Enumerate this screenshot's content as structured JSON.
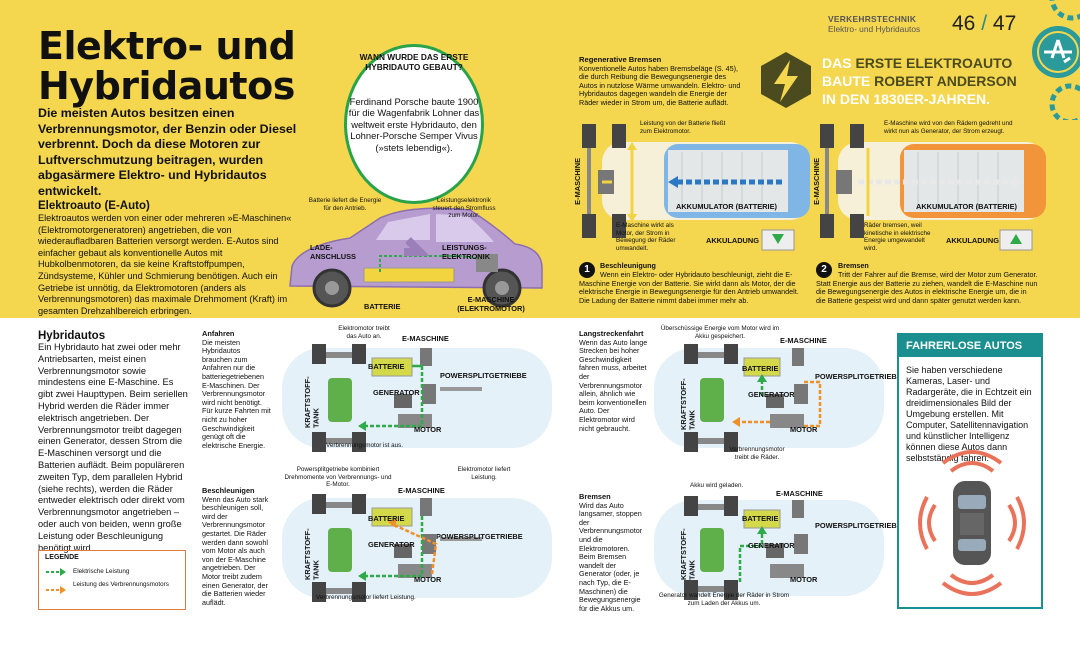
{
  "header": {
    "section": "VERKEHRSTECHNIK",
    "subsection": "Elektro- und Hybridautos",
    "page_left": "46",
    "page_sep": "/",
    "page_right": "47"
  },
  "title": {
    "line1": "Elektro- und",
    "line2": "Hybridautos"
  },
  "intro": "Die meisten Autos besitzen einen Verbrennungsmotor, der Benzin oder Diesel verbrennt. Doch da diese Motoren zur Luftverschmutzung beitragen, wurden abgasärmere Elektro- und Hybridautos entwickelt.",
  "eauto": {
    "heading": "Elektroauto (E-Auto)",
    "text": "Elektroautos werden von einer oder mehreren »E-Maschinen« (Elektromotorgeneratoren) angetrieben, die von wiederaufladbaren Batterien versorgt werden. E-Autos sind einfacher gebaut als konventionelle Autos mit Hubkolbenmotoren, da sie keine Kraftstoffpumpen, Zündsysteme, Kühler und Schmierung benötigen. Auch ein Getriebe ist unnötig, da Elektromotoren (anders als Verbrennungsmotoren) das maximale Drehmoment (Kraft) im gesamten Drehzahlbereich erbringen."
  },
  "question": {
    "q": "WANN WURDE DAS ERSTE HYBRIDAUTO GEBAUT?",
    "a": "Ferdinand Porsche baute 1900 für die Wagenfabrik Lohner das weltweit erste Hybridauto, den Lohner-Porsche Semper Vivus (»stets lebendig«)."
  },
  "ecar_diagram": {
    "note_battery": "Batterie liefert die Energie für den Antrieb.",
    "note_electronics": "Leistungselektronik steuert den Stromfluss zum Motor.",
    "ladeanschluss": "LADE-ANSCHLUSS",
    "leistungselektronik": "LEISTUNGS-ELEKTRONIK",
    "batterie": "BATTERIE",
    "emaschine": "E-MASCHINE (ELEKTROMOTOR)"
  },
  "regen": {
    "heading": "Regenerative Bremsen",
    "text": "Konventionelle Autos haben Bremsbeläge (S. 45), die durch Reibung die Bewegungsenergie des Autos in nutzlose Wärme umwandeln. Elektro- und Hybridautos dagegen wandeln die Energie der Räder wieder in Strom um, die Batterie auflädt."
  },
  "fact": {
    "part1": "DAS ",
    "part2": "ERSTE ELEKTROAUTO",
    "part3": " BAUTE ",
    "part4": "ROBERT ANDERSON",
    "part5": " IN DEN 1830ER-JAHREN."
  },
  "regen_diagrams": {
    "left_note_top": "Leistung von der Batterie fließt zum Elektromotor.",
    "left_note_bottom": "E-Maschine wirkt als Motor, der Strom in Bewegung der Räder umwandelt.",
    "right_note_top": "E-Maschine wird von den Rädern gedreht und wirkt nun als Generator, der Strom erzeugt.",
    "right_note_bottom": "Räder bremsen, weil kinetische in elektrische Energie umgewandelt wird.",
    "emaschine": "E-MASCHINE",
    "akku": "AKKUMULATOR (BATTERIE)",
    "akkuladung": "AKKULADUNG"
  },
  "steps": [
    {
      "num": "1",
      "title": "Beschleunigung",
      "text": "Wenn ein Elektro- oder Hybridauto beschleunigt, zieht die E-Maschine Energie von der Batterie. Sie wirkt dann als Motor, der die elektrische Energie in Bewegungsenergie für den Antrieb umwandelt. Die Ladung der Batterie nimmt dabei immer mehr ab."
    },
    {
      "num": "2",
      "title": "Bremsen",
      "text": "Tritt der Fahrer auf die Bremse, wird der Motor zum Generator. Statt Energie aus der Batterie zu ziehen, wandelt die E-Maschine nun die Bewegungsenergie des Autos in elektrische Energie um, die in die Batterie gespeist wird und dann später genutzt werden kann."
    }
  ],
  "hybrid": {
    "heading": "Hybridautos",
    "text": "Ein Hybridauto hat zwei oder mehr Antriebsarten, meist einen Verbrennungsmotor sowie mindestens eine E-Maschine. Es gibt zwei Haupttypen. Beim seriellen Hybrid werden die Räder immer elektrisch angetrieben. Der Verbrennungsmotor treibt dagegen einen Generator, dessen Strom die E-Maschinen versorgt und die Batterien auflädt. Beim populäreren zweiten Typ, dem parallelen Hybrid (siehe rechts), werden die Räder entweder elektrisch oder direkt vom Verbrennungsmotor angetrieben – oder auch von beiden, wenn große Leistung oder Beschleunigung benötigt wird."
  },
  "legend": {
    "title": "LEGENDE",
    "green": "Elektrische Leistung",
    "orange": "Leistung des Verbrennungsmotors",
    "green_color": "#2eaa4a",
    "orange_color": "#f0902a"
  },
  "modes": [
    {
      "title": "Anfahren",
      "text": "Die meisten Hybridautos brauchen zum Anfahren nur die batteriegetriebenen E-Maschinen. Der Verbrennungsmotor wird nicht benötigt. Für kurze Fahrten mit nicht zu hoher Geschwindigkeit genügt oft die elektrische Energie.",
      "note_top": "Elektromotor treibt das Auto an.",
      "note_bottom": "Verbrennungsmotor ist aus."
    },
    {
      "title": "Beschleunigen",
      "text": "Wenn das Auto stark beschleunigen soll, wird der Verbrennungsmotor gestartet. Die Räder werden dann sowohl vom Motor als auch von der E-Maschine angetrieben. Der Motor treibt zudem einen Generator, der die Batterien wieder auflädt.",
      "note_top": "Powersplitgetriebe kombiniert Drehmomente von Verbrennungs- und E-Motor.",
      "note_top2": "Elektromotor liefert Leistung.",
      "note_bottom": "Verbrennungsmotor liefert Leistung."
    },
    {
      "title": "Langstreckenfahrt",
      "text": "Wenn das Auto lange Strecken bei hoher Geschwindigkeit fahren muss, arbeitet der Verbrennungsmotor allein, ähnlich wie beim konventionellen Auto. Der Elektromotor wird nicht gebraucht.",
      "note_top": "Überschüssige Energie vom Motor wird im Akku gespeichert.",
      "note_bottom": "Verbrennungsmotor treibt die Räder."
    },
    {
      "title": "Bremsen",
      "text": "Wird das Auto langsamer, stoppen der Verbrennungsmotor und die Elektromotoren. Beim Bremsen wandelt der Generator (oder, je nach Typ, die E-Maschinen) die Bewegungsenergie für die Akkus um.",
      "note_top": "Akku wird geladen.",
      "note_bottom": "Generator wandelt Energie der Räder in Strom zum Laden der Akkus um."
    }
  ],
  "hybrid_labels": {
    "emaschine": "E-MASCHINE",
    "batterie": "BATTERIE",
    "getriebe": "POWERSPLITGETRIEBE",
    "generator": "GENERATOR",
    "motor": "MOTOR",
    "tank": "KRAFTSTOFF-TANK"
  },
  "driverless": {
    "heading": "FAHRERLOSE AUTOS",
    "text": "Sie haben verschiedene Kameras, Laser- und Radargeräte, die in Echtzeit ein dreidimensionales Bild der Umgebung erstellen. Mit Computer, Satellitennavigation und künstlicher Intelligenz können diese Autos dann selbstständig fahren."
  }
}
